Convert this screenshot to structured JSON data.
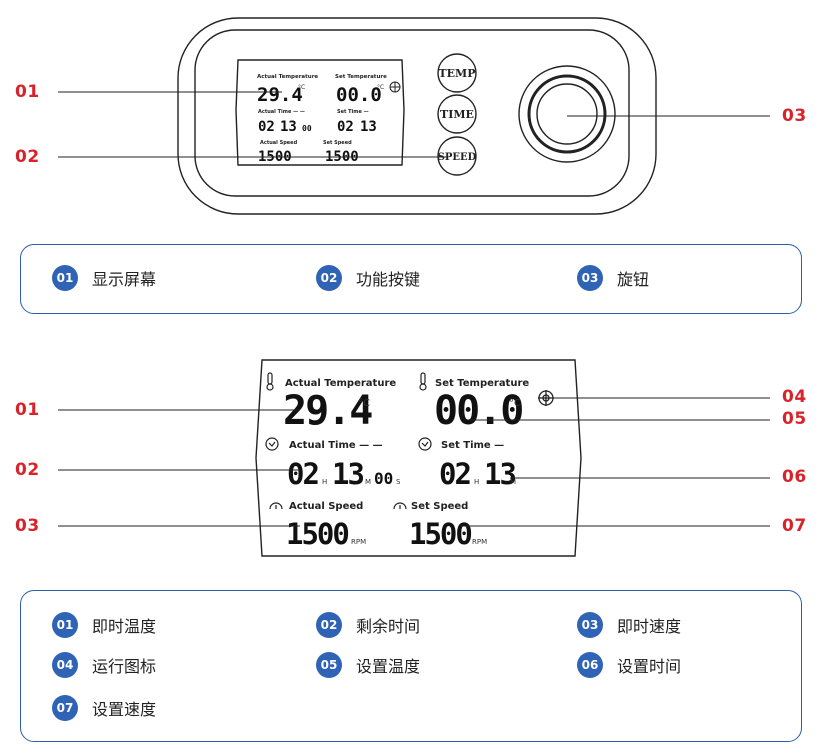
{
  "device": {
    "lcd": {
      "actual_temp_label": "Actual Temperature",
      "actual_temp_value": "29.4",
      "temp_unit": "°C",
      "set_temp_label": "Set Temperature",
      "set_temp_value": "00.0",
      "actual_time_label": "Actual Time — —",
      "actual_time_h": "02",
      "actual_time_m": "13",
      "actual_time_s": "00",
      "set_time_label": "Set Time —",
      "set_time_h": "02",
      "set_time_m": "13",
      "actual_speed_label": "Actual Speed",
      "actual_speed_value": "1500",
      "speed_unit": "RPM",
      "set_speed_label": "Set Speed",
      "set_speed_value": "1500",
      "unit_h": "H",
      "unit_m": "M",
      "unit_s": "S"
    },
    "buttons": {
      "temp": "TEMP",
      "time": "TIME",
      "speed": "SPEED"
    }
  },
  "callouts_top": {
    "c1": "01",
    "c2": "02",
    "c3": "03"
  },
  "legend_top": [
    {
      "num": "01",
      "text": "显示屏幕"
    },
    {
      "num": "02",
      "text": "功能按键"
    },
    {
      "num": "03",
      "text": "旋钮"
    }
  ],
  "callouts_lcd": {
    "c1": "01",
    "c2": "02",
    "c3": "03",
    "c4": "04",
    "c5": "05",
    "c6": "06",
    "c7": "07"
  },
  "legend_bottom": [
    {
      "num": "01",
      "text": "即时温度"
    },
    {
      "num": "02",
      "text": "剩余时间"
    },
    {
      "num": "03",
      "text": "即时速度"
    },
    {
      "num": "04",
      "text": "运行图标"
    },
    {
      "num": "05",
      "text": "设置温度"
    },
    {
      "num": "06",
      "text": "设置时间"
    },
    {
      "num": "07",
      "text": "设置速度"
    }
  ],
  "colors": {
    "callout_red": "#d9232a",
    "badge_blue": "#2f63b6",
    "border_blue": "#2b5fa8"
  }
}
